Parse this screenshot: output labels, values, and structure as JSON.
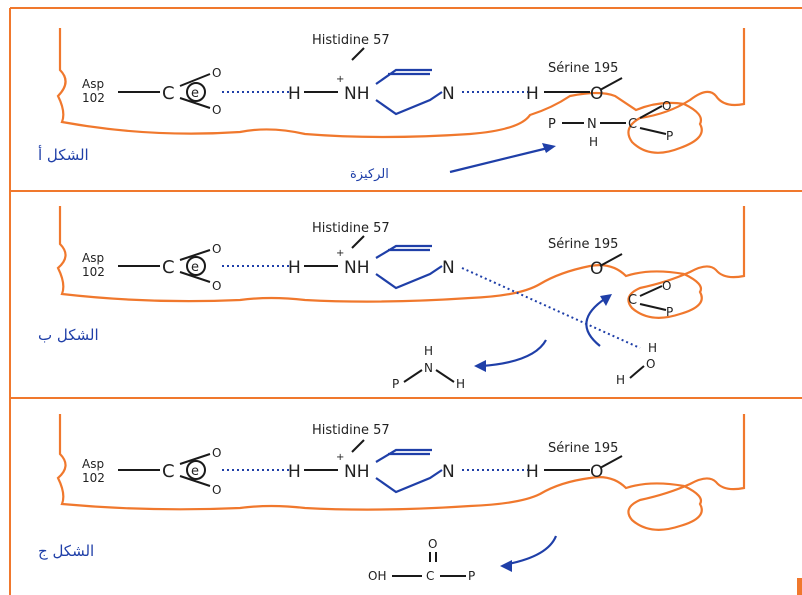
{
  "panels": [
    {
      "caption": "الشكل أ",
      "histidine": "Histidine 57",
      "serine": "Sérine 195",
      "asp": "Asp",
      "asp_num": "102",
      "pointer": "الركيزة"
    },
    {
      "caption": "الشكل ب",
      "histidine": "Histidine 57",
      "serine": "Sérine 195",
      "asp": "Asp",
      "asp_num": "102"
    },
    {
      "caption": "الشكل ج",
      "histidine": "Histidine 57",
      "serine": "Sérine 195",
      "asp": "Asp",
      "asp_num": "102"
    }
  ],
  "atoms": {
    "O": "O",
    "C": "C",
    "H": "H",
    "N": "N",
    "NH": "NH",
    "P": "P",
    "OH": "OH",
    "plus": "+"
  },
  "colors": {
    "frame": "#f0782d",
    "ring": "#1f3fa8",
    "caption": "#1f3fa8"
  }
}
